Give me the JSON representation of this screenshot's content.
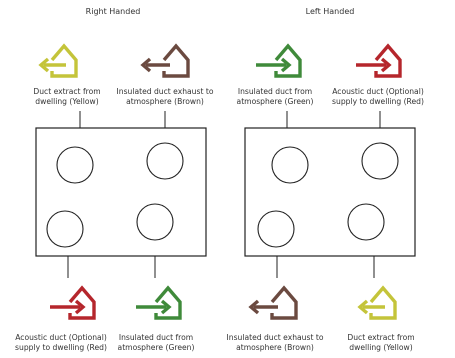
{
  "sections": [
    {
      "heading": "Right Handed",
      "top_labels": [
        {
          "line1": "Duct extract from",
          "line2": "dwelling (Yellow)",
          "color": "#c4c43a",
          "arrow": "in-left",
          "icon": "house-duct-icon"
        },
        {
          "line1": "Insulated duct exhaust to",
          "line2": "atmosphere (Brown)",
          "color": "#6b4a40",
          "arrow": "out-left",
          "icon": "house-duct-icon"
        }
      ],
      "bottom_labels": [
        {
          "line1": "Acoustic duct (Optional)",
          "line2": "supply to dwelling (Red)",
          "color": "#b5262c",
          "arrow": "in-right",
          "icon": "house-duct-icon"
        },
        {
          "line1": "Insulated duct from",
          "line2": "atmosphere (Green)",
          "color": "#3f8a3a",
          "arrow": "in-right",
          "icon": "house-duct-icon"
        }
      ]
    },
    {
      "heading": "Left Handed",
      "top_labels": [
        {
          "line1": "Insulated duct from",
          "line2": "atmosphere (Green)",
          "color": "#3f8a3a",
          "arrow": "in-right",
          "icon": "house-duct-icon"
        },
        {
          "line1": "Acoustic duct (Optional)",
          "line2": "supply to dwelling (Red)",
          "color": "#b5262c",
          "arrow": "in-right",
          "icon": "house-duct-icon"
        }
      ],
      "bottom_labels": [
        {
          "line1": "Insulated duct exhaust to",
          "line2": "atmosphere (Brown)",
          "color": "#6b4a40",
          "arrow": "out-left",
          "icon": "house-duct-icon"
        },
        {
          "line1": "Duct extract from",
          "line2": "dwelling (Yellow)",
          "color": "#c4c43a",
          "arrow": "in-left",
          "icon": "house-duct-icon"
        }
      ]
    }
  ]
}
